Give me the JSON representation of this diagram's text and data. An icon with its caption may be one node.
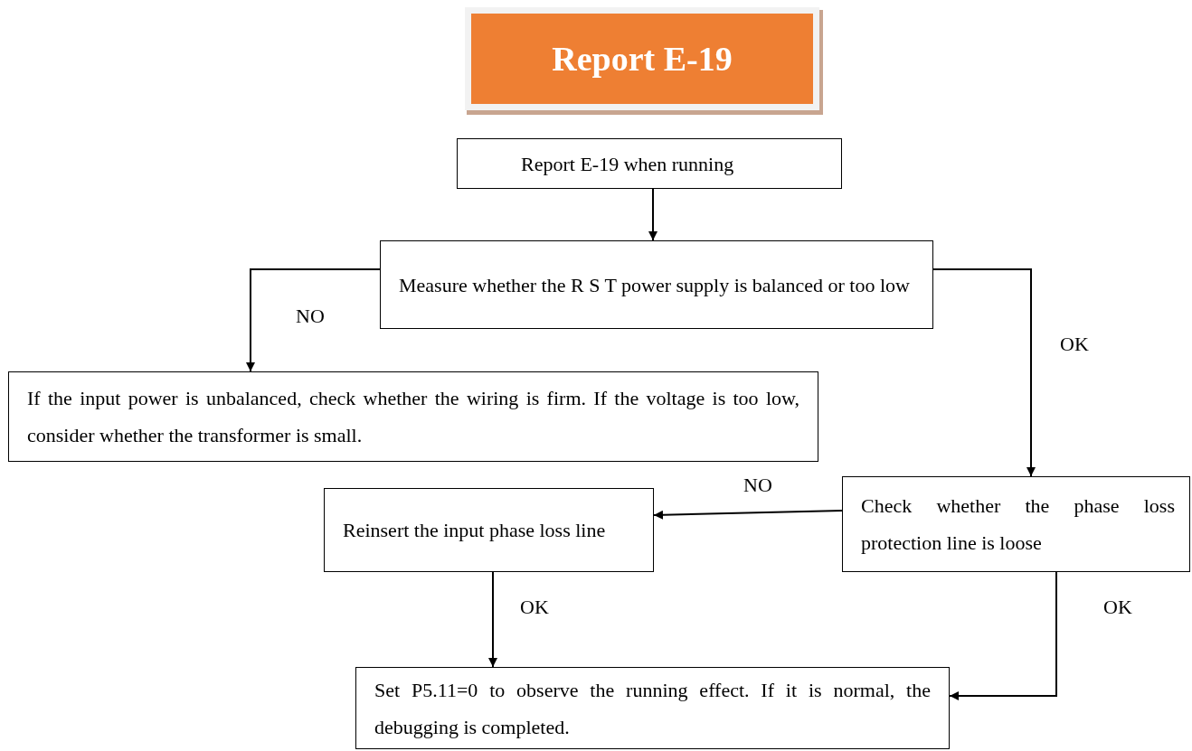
{
  "diagram": {
    "nodes": [
      {
        "text": [
          "Report E-19"
        ]
      },
      {
        "text": [
          "Report E-19 when running"
        ]
      },
      {
        "text": [
          "Measure whether the R S T power supply is balanced or too low"
        ]
      },
      {
        "text": [
          "If the input power is unbalanced, check whether the wiring is firm. If the voltage is too low, consider whether the transformer is small."
        ]
      },
      {
        "text": [
          "Reinsert the input phase loss line"
        ]
      },
      {
        "text": [
          "Check whether the phase loss protection line is loose"
        ]
      },
      {
        "text": [
          "Set P5.11=0 to observe the running effect. If it is normal, the debugging is completed."
        ]
      }
    ],
    "edges": [
      {
        "from": 1,
        "to": 2,
        "arrow": "to"
      },
      {
        "from": 2,
        "to": 3,
        "arrow": "to",
        "label": "NO"
      },
      {
        "from": 2,
        "to": 5,
        "arrow": "to",
        "label": "OK"
      },
      {
        "from": 5,
        "to": 4,
        "arrow": "to",
        "label": "NO"
      },
      {
        "from": 4,
        "to": 6,
        "arrow": "to",
        "label": "OK"
      },
      {
        "from": 5,
        "to": 6,
        "arrow": "to",
        "label": "OK"
      }
    ]
  }
}
